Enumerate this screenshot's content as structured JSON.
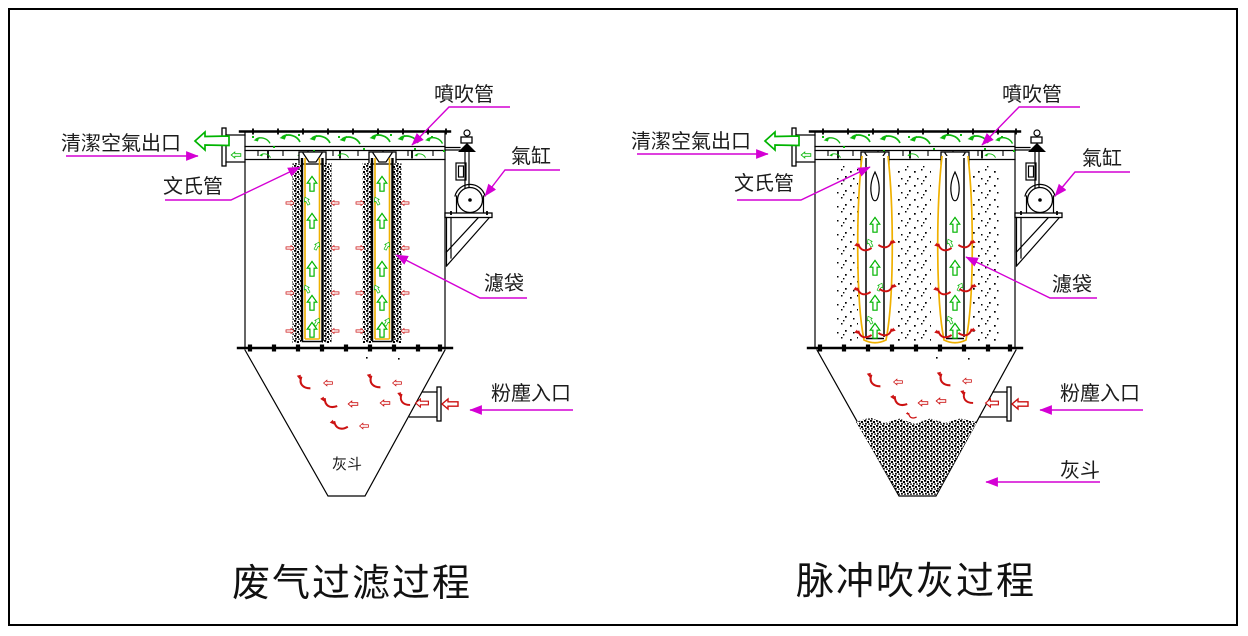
{
  "colors": {
    "leader": "#d400d4",
    "airflow_green": "#00b400",
    "dust_red": "#cc1111",
    "bag_cage_yellow": "#efb000",
    "line_black": "#000000",
    "background": "#ffffff"
  },
  "left": {
    "title": "废气过滤过程",
    "labels": {
      "blow_pipe": "噴吹管",
      "clean_air_outlet": "清潔空氣出口",
      "venturi": "文氏管",
      "air_cylinder": "氣缸",
      "filter_bag": "濾袋",
      "dust_inlet": "粉塵入口",
      "ash_hopper": "灰斗"
    }
  },
  "right": {
    "title": "脉冲吹灰过程",
    "labels": {
      "blow_pipe": "噴吹管",
      "clean_air_outlet": "清潔空氣出口",
      "venturi": "文氏管",
      "air_cylinder": "氣缸",
      "filter_bag": "濾袋",
      "dust_inlet": "粉塵入口",
      "ash_hopper": "灰斗"
    }
  }
}
